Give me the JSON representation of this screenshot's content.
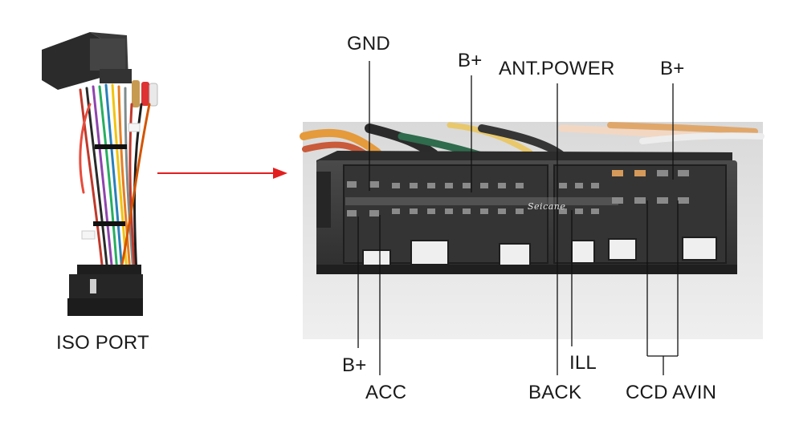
{
  "iso_port": {
    "label": "ISO PORT"
  },
  "pins": {
    "gnd": "GND",
    "b_plus_top": "B+",
    "ant_power": "ANT.POWER",
    "b_plus_right": "B+",
    "b_plus_bottom": "B+",
    "acc": "ACC",
    "ill": "ILL",
    "back": "BACK",
    "ccd_avin": "CCD AVIN"
  },
  "watermark": "Seicane",
  "colors": {
    "arrow": "#e31e1e",
    "leader_line": "#111111",
    "connector_body": "#3d3d3d",
    "photo_background": "#e4e4e4"
  },
  "icons": [
    "arrow-right-icon"
  ]
}
